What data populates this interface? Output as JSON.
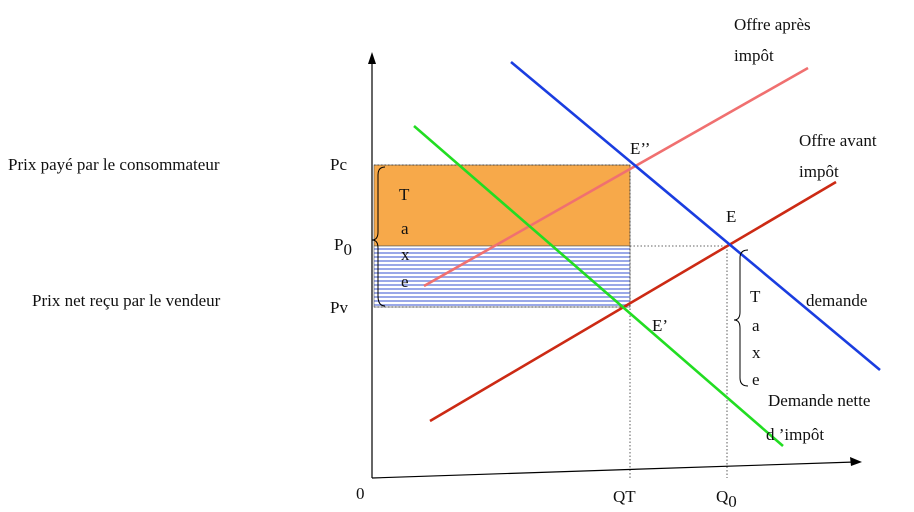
{
  "labels": {
    "consumer_price": "Prix payé par le consommateur",
    "seller_price": "Prix net reçu par le vendeur",
    "pc": "Pc",
    "p0": "P",
    "p0_sub": "0",
    "pv": "Pv",
    "origin": "0",
    "qt": "QT",
    "q0": "Q",
    "q0_sub": "0",
    "e_double": "E’’",
    "e": "E",
    "e_prime": "E’",
    "supply_after": [
      "Offre après",
      "impôt"
    ],
    "supply_before": [
      "Offre avant",
      "impôt"
    ],
    "demand": "demande",
    "demand_net": [
      "Demande nette",
      "d ’impôt"
    ],
    "tax_letters": [
      "T",
      "a",
      "x",
      "e"
    ]
  },
  "colors": {
    "supply_after": "#f07070",
    "supply_before": "#cc2a14",
    "demand": "#1a3de0",
    "demand_net": "#22dd22",
    "tax_consumer_area": "#f7a94a",
    "tax_seller_stripes": "#9aa8e8"
  }
}
